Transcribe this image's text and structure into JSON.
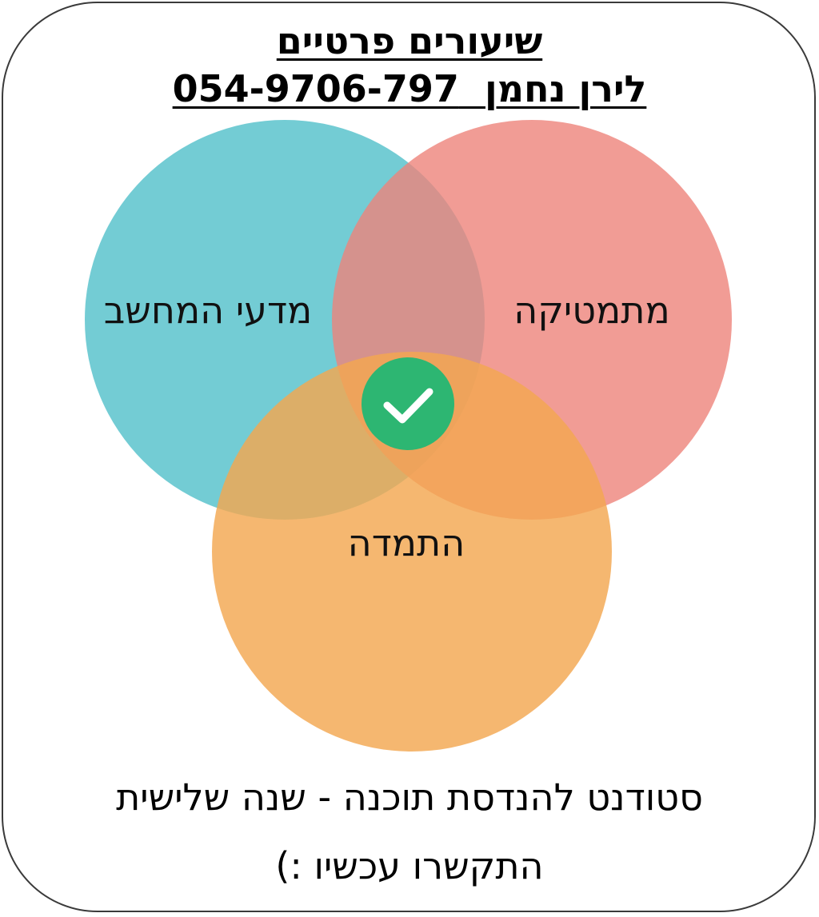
{
  "header": {
    "line1": "שיעורים פרטיים",
    "name": "לירן נחמן",
    "phone": "054-9706-797"
  },
  "venn": {
    "circles": [
      {
        "id": "computer-science",
        "label": "מדעי המחשב",
        "color": "#5bc3cc"
      },
      {
        "id": "mathematics",
        "label": "מתמטיקה",
        "color": "#ee837a"
      },
      {
        "id": "persistence",
        "label": "התמדה",
        "color": "#f3a750"
      }
    ],
    "center_icon": "check-icon",
    "center_color": "#2db672"
  },
  "footer": {
    "line1": "סטודנט להנדסת תוכנה - שנה שלישית",
    "line2": "התקשרו עכשיו :)"
  }
}
